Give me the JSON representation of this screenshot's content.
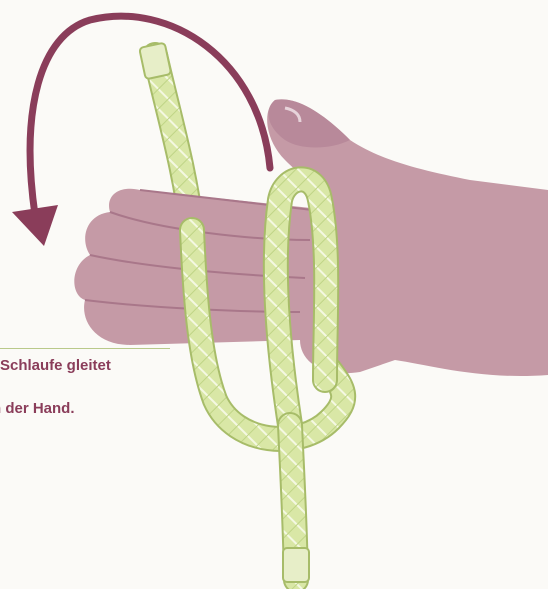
{
  "caption": {
    "line1": "Schlaufe gleitet",
    "line2": "n der Hand."
  },
  "colors": {
    "background": "#fbfaf7",
    "hand": "#c59aa6",
    "hand_shadow": "#a9778a",
    "arrow": "#8a3d5a",
    "rope": "#d9e7a6",
    "rope_edge": "#a7bc69",
    "rope_pattern": "#f4f8e2",
    "caption_text": "#8a3d5a",
    "caption_rule": "#b9c98a"
  },
  "icons": [
    "curved-arrow-icon",
    "hand-illustration",
    "rope-loop-illustration"
  ]
}
